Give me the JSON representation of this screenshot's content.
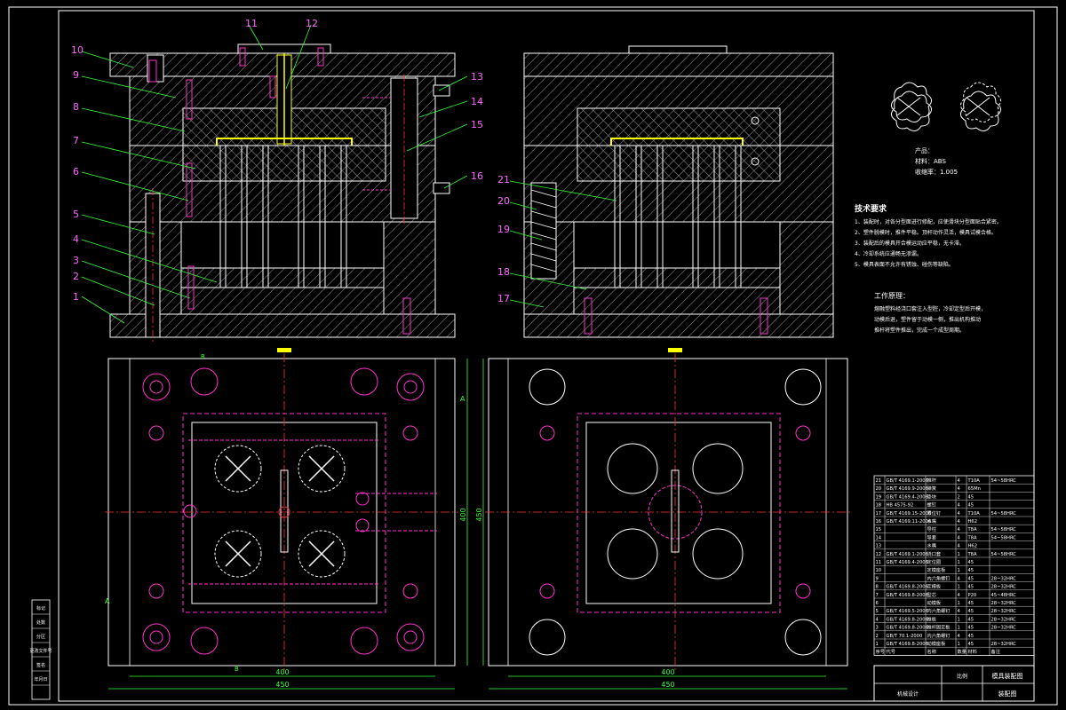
{
  "canvas": {
    "background": "#000000",
    "colors": {
      "outline": "#ffffff",
      "hatch": "#b0b0b0",
      "leader": "#33ff33",
      "callout": "#ff66ff",
      "centerline": "#ff3333",
      "dimension": "#33ff33",
      "bolt": "#ff33cc",
      "yellow": "#ffff00",
      "table_text": "#ffffff",
      "sprue": "#ffff00"
    }
  },
  "callouts_left": [
    "10",
    "9",
    "8",
    "7",
    "6",
    "5",
    "4",
    "3",
    "2",
    "1"
  ],
  "callouts_top": [
    "11",
    "12"
  ],
  "callouts_right": [
    "13",
    "14",
    "15",
    "16"
  ],
  "callouts_mid": [
    "21",
    "20",
    "19",
    "18",
    "17"
  ],
  "dimensions": {
    "inner_width": "400",
    "outer_width": "450",
    "height_inner": "400",
    "height_outer": "450",
    "right_inner_width": "400",
    "right_outer_width": "450"
  },
  "section_markers": [
    "A",
    "A",
    "B",
    "B"
  ],
  "product_info": [
    "产品：",
    "材料：ABS",
    "收缩率：1.005"
  ],
  "tech_title": "技术要求",
  "tech_lines": [
    "1、装配时，对各分型面进行修配，应使滑块分型面贴合紧密。",
    "2、塑件脱模时，推件平稳。顶杆动作灵活，模具试模合格。",
    "3、装配后的模具开合模运动应平稳，无卡滞。",
    "4、冷却系统应通畅无渗漏。",
    "5、模具表面不允许有锈蚀、碰伤等缺陷。"
  ],
  "work_title": "工作原理：",
  "work_lines": [
    "熔融塑料经浇口套注入型腔，冷却定型后开模，",
    "动模后退，塑件留于动模一侧，推出机构推动",
    "推杆将塑件推出，完成一个成型周期。"
  ],
  "bom_rows": [
    [
      "21",
      "GB/T 4169.1-2006",
      "推杆",
      "4",
      "T10A",
      "54~58HRC"
    ],
    [
      "20",
      "GB/T 4169.9-2006",
      "弹簧",
      "4",
      "65Mn",
      ""
    ],
    [
      "19",
      "GB/T 4169.4-2006",
      "垫块",
      "2",
      "45",
      ""
    ],
    [
      "18",
      "HB 4575-92",
      "螺钉",
      "4",
      "45",
      ""
    ],
    [
      "17",
      "GB/T 4169.15-2006",
      "限位钉",
      "4",
      "T10A",
      "54~58HRC"
    ],
    [
      "16",
      "GB/T 4169.11-2006",
      "水嘴",
      "4",
      "H62",
      ""
    ],
    [
      "15",
      "",
      "导柱",
      "4",
      "T8A",
      "54~58HRC"
    ],
    [
      "14",
      "",
      "导套",
      "4",
      "T8A",
      "54~58HRC"
    ],
    [
      "13",
      "",
      "水嘴",
      "4",
      "H62",
      ""
    ],
    [
      "12",
      "GB/T 4169.1-2006",
      "浇口套",
      "1",
      "T8A",
      "54~58HRC"
    ],
    [
      "11",
      "GB/T 4169.4-2006",
      "定位圈",
      "1",
      "45",
      ""
    ],
    [
      "10",
      "",
      "定模座板",
      "1",
      "45",
      ""
    ],
    [
      "9",
      "",
      "内六角螺钉",
      "4",
      "45",
      "28~32HRC"
    ],
    [
      "8",
      "GB/T 4169.8-2006",
      "定模板",
      "1",
      "45",
      "28~32HRC"
    ],
    [
      "7",
      "GB/T 4169.8-2006",
      "型芯",
      "4",
      "P20",
      "45~48HRC"
    ],
    [
      "6",
      "",
      "动模板",
      "1",
      "45",
      "28~32HRC"
    ],
    [
      "5",
      "GB/T 4169.5-2006",
      "内六角螺钉",
      "4",
      "45",
      "28~32HRC"
    ],
    [
      "4",
      "GB/T 4169.8-2006",
      "推板",
      "1",
      "45",
      "28~32HRC"
    ],
    [
      "3",
      "GB/T 4169.8-2006",
      "推杆固定板",
      "1",
      "45",
      "28~32HRC"
    ],
    [
      "2",
      "GB/T 70.1-2000",
      "内六角螺钉",
      "4",
      "45",
      ""
    ],
    [
      "1",
      "GB/T 4169.8-2006",
      "动模座板",
      "1",
      "45",
      "28~32HRC"
    ]
  ],
  "bom_header": [
    "序号",
    "代号",
    "名称",
    "数量",
    "材料",
    "备注"
  ],
  "title_block": {
    "part_name": "模具装配图",
    "scale_label": "比例",
    "drawing_label": "装配图",
    "school": "机械设计"
  },
  "left_strip": [
    "标记",
    "处数",
    "分区",
    "更改文件号",
    "签名",
    "年月日"
  ]
}
